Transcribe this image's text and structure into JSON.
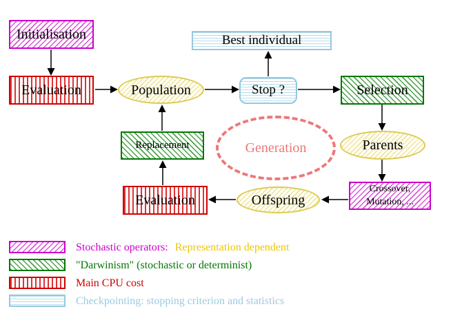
{
  "diagram": {
    "nodes": {
      "initialisation": {
        "label": "Initialisation"
      },
      "evaluation_top": {
        "label": "Evaluation"
      },
      "population": {
        "label": "Population"
      },
      "best_individual": {
        "label": "Best individual"
      },
      "stop": {
        "label": "Stop ?"
      },
      "selection": {
        "label": "Selection"
      },
      "replacement": {
        "label": "Replacement"
      },
      "generation": {
        "label": "Generation"
      },
      "parents": {
        "label": "Parents"
      },
      "crossover": {
        "line1": "Crossover,",
        "line2": "Mutation, ..."
      },
      "evaluation_bottom": {
        "label": "Evaluation"
      },
      "offspring": {
        "label": "Offspring"
      }
    },
    "colors": {
      "magenta": "#cc00cc",
      "green": "#007700",
      "red": "#cc0000",
      "cyan": "#99ccdd",
      "yellow": "#ddca50",
      "salmon": "#ee7777",
      "gold_text": "#eec500",
      "node_text": "#000000"
    }
  },
  "legend": {
    "items": [
      {
        "swatch": "magenta-diagonal-hatch",
        "text": "Stochastic operators:",
        "text2": "Representation dependent"
      },
      {
        "swatch": "green-diagonal-hatch",
        "text": "\"Darwinism\" (stochastic or determinist)"
      },
      {
        "swatch": "red-vertical-lines",
        "text": "Main CPU cost"
      },
      {
        "swatch": "cyan-horizontal-lines",
        "text": "Checkpointing: stopping criterion and statistics"
      }
    ]
  }
}
